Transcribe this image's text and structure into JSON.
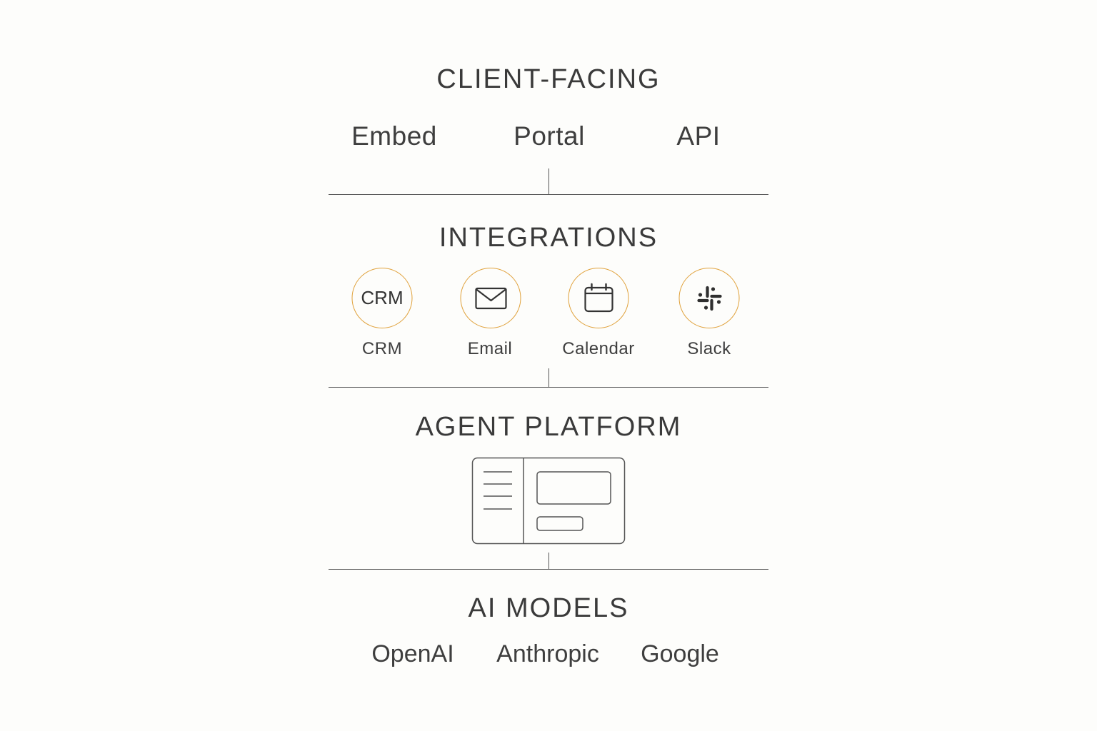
{
  "client_facing": {
    "title": "CLIENT-FACING",
    "items": [
      {
        "label": "Embed"
      },
      {
        "label": "Portal"
      },
      {
        "label": "API"
      }
    ]
  },
  "integrations": {
    "title": "INTEGRATIONS",
    "items": [
      {
        "label": "CRM",
        "icon_text": "CRM",
        "icon": "crm-icon"
      },
      {
        "label": "Email",
        "icon": "envelope-icon"
      },
      {
        "label": "Calendar",
        "icon": "calendar-icon"
      },
      {
        "label": "Slack",
        "icon": "slack-icon"
      }
    ],
    "accent_color": "#e0a13a"
  },
  "agent_platform": {
    "title": "AGENT PLATFORM",
    "icon": "dashboard-window-icon"
  },
  "ai_models": {
    "title": "AI MODELS",
    "items": [
      {
        "label": "OpenAI"
      },
      {
        "label": "Anthropic"
      },
      {
        "label": "Google"
      }
    ]
  }
}
